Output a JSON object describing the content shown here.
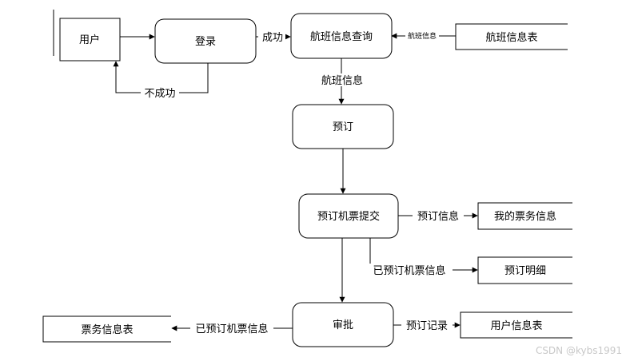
{
  "entities": {
    "user": "用户",
    "flight_table": "航班信息表",
    "my_ticket_info": "我的票务信息",
    "booking_detail": "预订明细",
    "ticket_table": "票务信息表",
    "user_info_table": "用户信息表"
  },
  "processes": {
    "login": "登录",
    "flight_query": "航班信息查询",
    "booking": "预订",
    "submit_booking": "预订机票提交",
    "approval": "审批"
  },
  "flows": {
    "login_to_user": "不成功",
    "login_to_query": "成功",
    "table_to_query": "航班信息",
    "query_to_booking": "航班信息",
    "submit_to_my_ticket": "预订信息",
    "submit_to_detail": "已预订机票信息",
    "approval_to_ticket_table": "已预订机票信息",
    "approval_to_user_table": "预订记录"
  },
  "watermark": "CSDN @kybs1991"
}
